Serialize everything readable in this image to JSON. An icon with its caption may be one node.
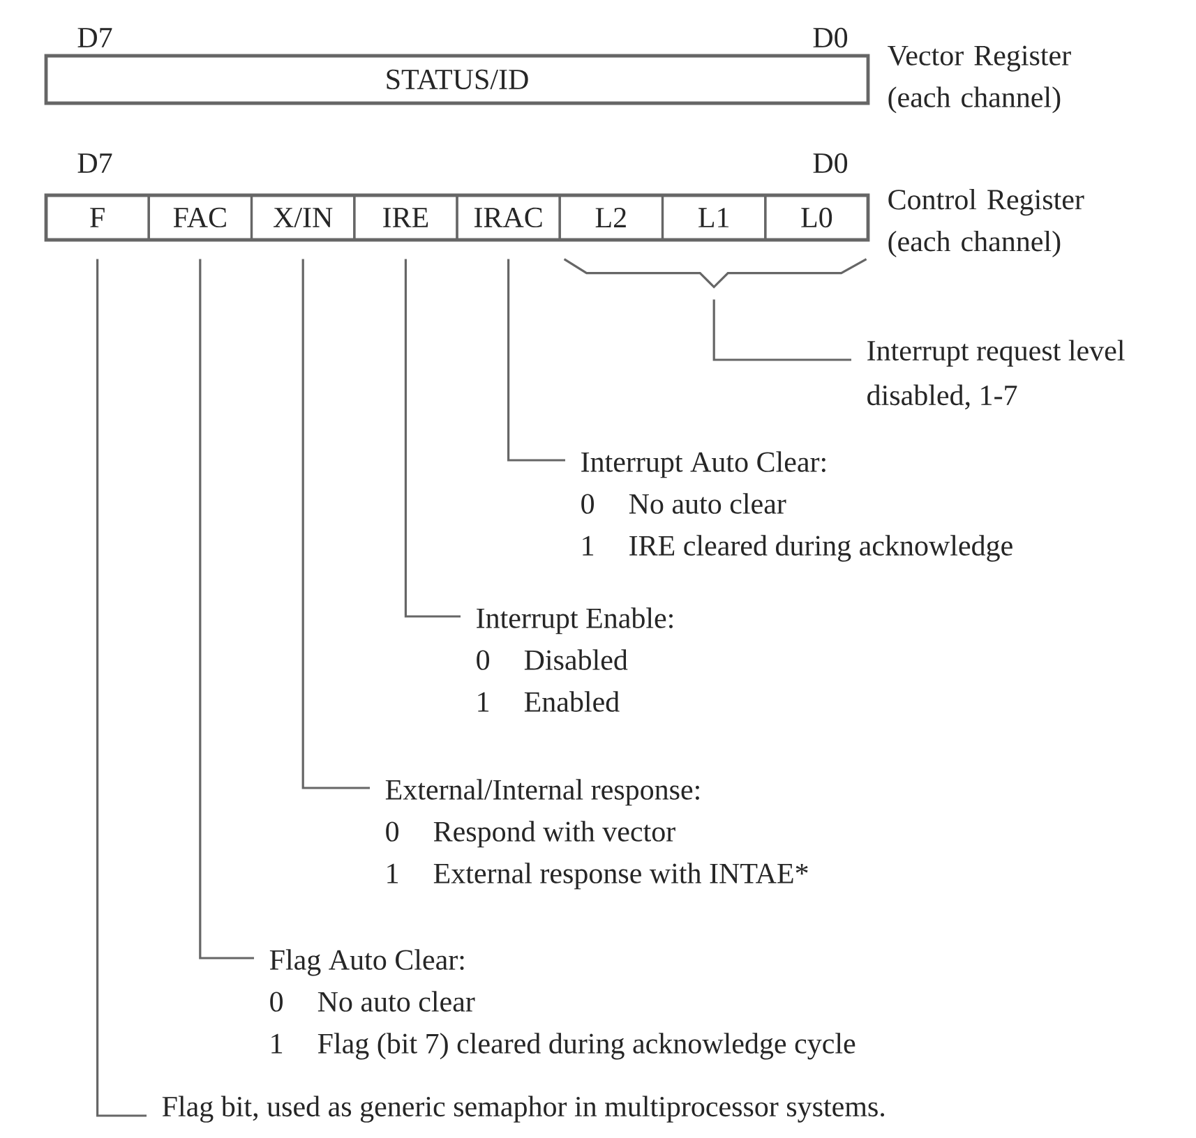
{
  "diagram": {
    "nodes": [
      {
        "text": [
          "STATUS/ID"
        ],
        "beside": [
          "Vector Register (each channel)"
        ]
      },
      {
        "text": [],
        "shape": "box",
        "beside": [
          "Control Register (each channel)"
        ]
      },
      {
        "text": [
          "F"
        ],
        "in": 1
      },
      {
        "text": [
          "FAC"
        ],
        "in": 1
      },
      {
        "text": [
          "X/IN"
        ],
        "in": 1
      },
      {
        "text": [
          "IRE"
        ],
        "in": 1
      },
      {
        "text": [
          "IRAC"
        ],
        "in": 1
      },
      {
        "text": [
          "L2"
        ],
        "in": 1
      },
      {
        "text": [
          "L1"
        ],
        "in": 1
      },
      {
        "text": [
          "L0"
        ],
        "in": 1
      },
      {
        "text": [
          "Interrupt request level disabled, 1-7"
        ]
      },
      {
        "text": [
          "Interrupt Auto Clear:",
          "0",
          "No auto clear",
          "1",
          "IRE cleared during acknowledge"
        ]
      },
      {
        "text": [
          "Interrupt Enable:",
          "0",
          "Disabled",
          "1",
          "Enabled"
        ]
      },
      {
        "text": [
          "External/Internal response:",
          "0",
          "Respond with vector",
          "1",
          "External response with INTAE*"
        ]
      },
      {
        "text": [
          "Flag Auto Clear:",
          "0",
          "No auto clear",
          "1",
          "Flag (bit 7) cleared during acknowledge cycle"
        ]
      },
      {
        "text": [
          "Flag bit, used as generic semaphor in multiprocessor systems."
        ]
      }
    ],
    "edges": [
      {
        "from": 8,
        "to": 10,
        "arrow": "none"
      },
      {
        "from": 6,
        "to": 11,
        "arrow": "none"
      },
      {
        "from": 5,
        "to": 12,
        "arrow": "none"
      },
      {
        "from": 4,
        "to": 13,
        "arrow": "none"
      },
      {
        "from": 3,
        "to": 14,
        "arrow": "none"
      },
      {
        "from": 2,
        "to": 15,
        "arrow": "none"
      }
    ],
    "labels": [
      "D7",
      "D0",
      "D7",
      "D0"
    ]
  }
}
